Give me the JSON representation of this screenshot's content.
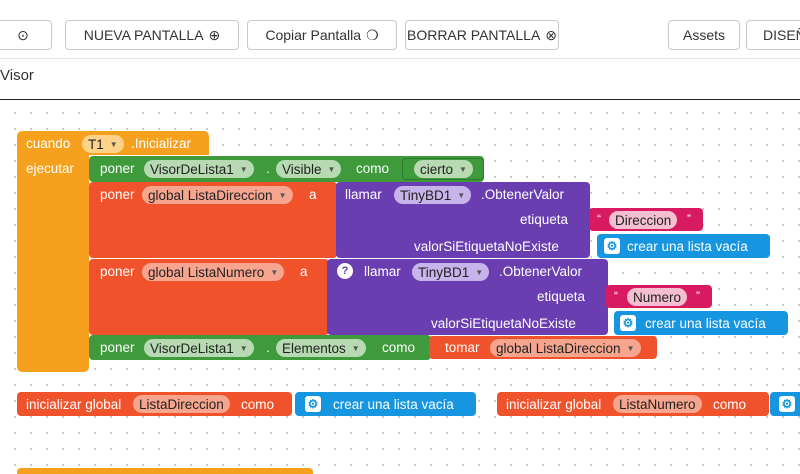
{
  "toolbar": {
    "first_icon": "⊙",
    "new_screen": "NUEVA PANTALLA",
    "new_screen_icon": "⊕",
    "copy_screen": "Copiar Pantalla",
    "copy_screen_icon": "❍",
    "delete_screen": "BORRAR PANTALLA",
    "delete_screen_icon": "⊗",
    "assets": "Assets",
    "designer": "DISEÑ"
  },
  "viewer_label": "Visor",
  "event_block": {
    "when": "cuando",
    "component": "T1",
    "event": ".Inicializar",
    "do": "ejecutar"
  },
  "set1": {
    "set": "poner",
    "component": "VisorDeLista1",
    "dot": ".",
    "property": "Visible",
    "to": "como",
    "value": "cierto"
  },
  "set2": {
    "set": "poner",
    "variable": "global ListaDireccion",
    "to": "a",
    "call": "llamar",
    "component": "TinyBD1",
    "method": ".ObtenerValor",
    "tag_label": "etiqueta",
    "tag_value": "Direccion",
    "default_label": "valorSiEtiquetaNoExiste",
    "default_value": "crear una lista vacía"
  },
  "set3": {
    "set": "poner",
    "variable": "global ListaNumero",
    "to": "a",
    "help": "?",
    "call": "llamar",
    "component": "TinyBD1",
    "method": ".ObtenerValor",
    "tag_label": "etiqueta",
    "tag_value": "Numero",
    "default_label": "valorSiEtiquetaNoExiste",
    "default_value": "crear una lista vacía"
  },
  "set4": {
    "set": "poner",
    "component": "VisorDeLista1",
    "dot": ".",
    "property": "Elementos",
    "to": "como",
    "get": "tomar",
    "variable": "global ListaDireccion"
  },
  "init1": {
    "label": "inicializar global",
    "name": "ListaDireccion",
    "as": "como",
    "value": "crear una lista vacía"
  },
  "init2": {
    "label": "inicializar global",
    "name": "ListaNumero",
    "as": "como"
  },
  "colors": {
    "event": "#f6a11d",
    "component_set": "#3f9a3c",
    "variable": "#f0522b",
    "call": "#6a3db1",
    "list": "#1696e0",
    "text": "#d81b60"
  }
}
